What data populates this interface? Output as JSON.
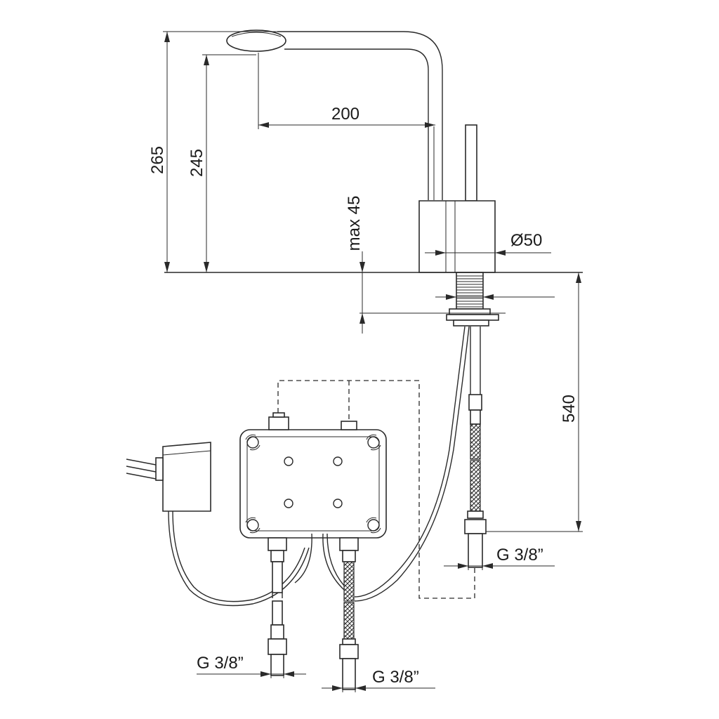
{
  "dimensions": {
    "total_height": "265",
    "spout_height": "245",
    "spout_reach": "200",
    "max_deck_thickness": "max 45",
    "body_diameter": "Ø50",
    "hose_length": "540",
    "connection_outlet": "G 3/8”",
    "connection_left": "G 3/8”",
    "connection_right": "G 3/8”"
  }
}
